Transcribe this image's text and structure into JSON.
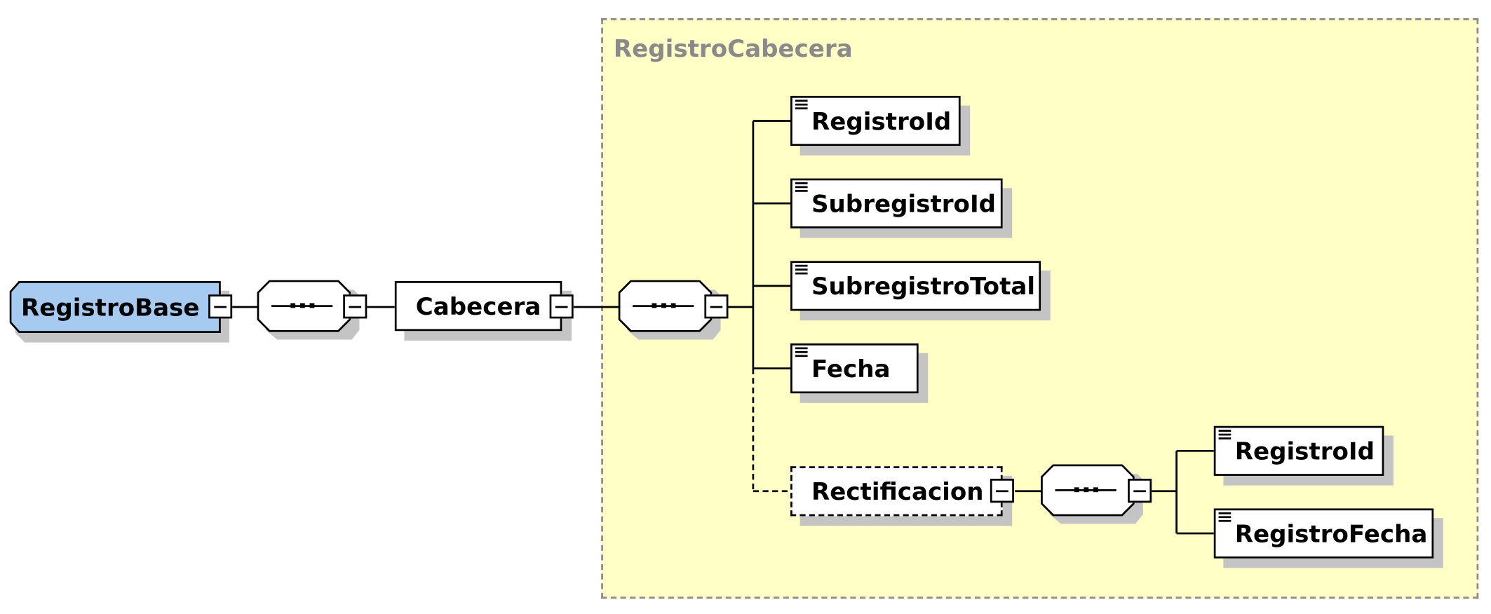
{
  "diagram": {
    "group_label": "RegistroCabecera",
    "root": {
      "label": "RegistroBase"
    },
    "child": {
      "label": "Cabecera"
    },
    "elements": [
      {
        "label": "RegistroId"
      },
      {
        "label": "SubregistroId"
      },
      {
        "label": "SubregistroTotal"
      },
      {
        "label": "Fecha"
      }
    ],
    "optional_element": {
      "label": "Rectificacion"
    },
    "sub_elements": [
      {
        "label": "RegistroId"
      },
      {
        "label": "RegistroFecha"
      }
    ]
  },
  "colors": {
    "root_fill": "#a6caf0",
    "group_fill": "#ffffc6",
    "group_border": "#8a8a8a",
    "shadow": "#c4c4c4"
  }
}
